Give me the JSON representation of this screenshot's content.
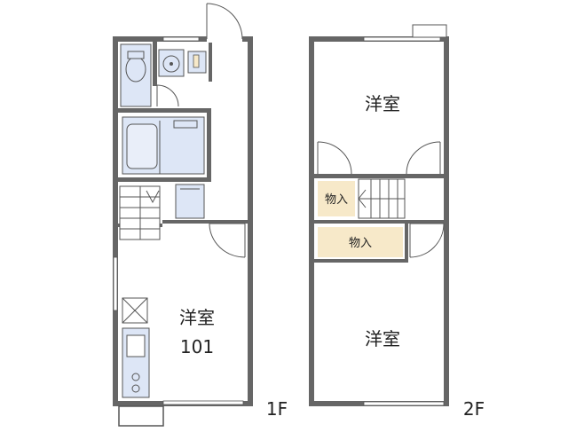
{
  "floor_plan": {
    "first_floor": {
      "floor_label": "1F",
      "room_label": "洋室",
      "room_number": "101"
    },
    "second_floor": {
      "floor_label": "2F",
      "rooms": [
        {
          "label": "洋室"
        },
        {
          "label": "洋室"
        }
      ],
      "closets": [
        {
          "label": "物入"
        },
        {
          "label": "物入"
        }
      ]
    }
  },
  "colors": {
    "wall": "#666666",
    "fixture_fill": "#dde6f6",
    "closet_fill": "#f7e9c9",
    "line": "#555555"
  }
}
